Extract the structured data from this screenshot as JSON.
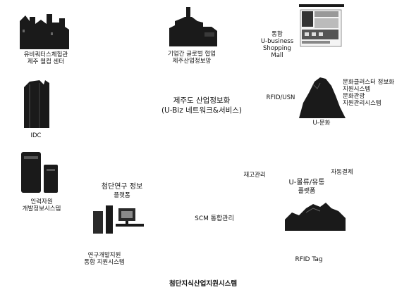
{
  "nodes": {
    "ubiquitous_center": {
      "line1": "유비쿼터스체험관",
      "line2": "제주 웰컴 센터"
    },
    "global_collab": {
      "line1": "기업간 글로벌 협업",
      "line2": "제주산업정보망"
    },
    "u_business_mall": {
      "line1": "통합",
      "line2": "U-business",
      "line3": "Shopping",
      "line4": "Mall"
    },
    "idc": {
      "label": "IDC"
    },
    "rfid_usn": {
      "label": "RFID/USN"
    },
    "culture_cluster": {
      "line1": "문화클러스터 정보화",
      "line2": "지원시스템",
      "line3": "문화관광",
      "line4": "지원관리시스템"
    },
    "u_culture": {
      "label": "U-문화"
    },
    "hr_system": {
      "line1": "인력자원",
      "line2": "개발정보시스템"
    },
    "research_platform": {
      "line1": "첨단연구 정보",
      "line2": "플랫폼"
    },
    "scm": {
      "label": "SCM 통합관리"
    },
    "inventory": {
      "label": "재고관리"
    },
    "auto_payment": {
      "label": "자동결제"
    },
    "u_logistics": {
      "line1": "U-물류/유통",
      "line2": "플랫폼"
    },
    "rnd_support": {
      "line1": "연구개발지원",
      "line2": "통합 지원시스템"
    },
    "rfid_tag": {
      "label": "RFID Tag"
    }
  },
  "center": {
    "line1": "제주도 산업정보화",
    "line2": "(U-Biz 네트워크&서비스)"
  },
  "footer": {
    "title": "첨단지식산업지원시스템"
  }
}
